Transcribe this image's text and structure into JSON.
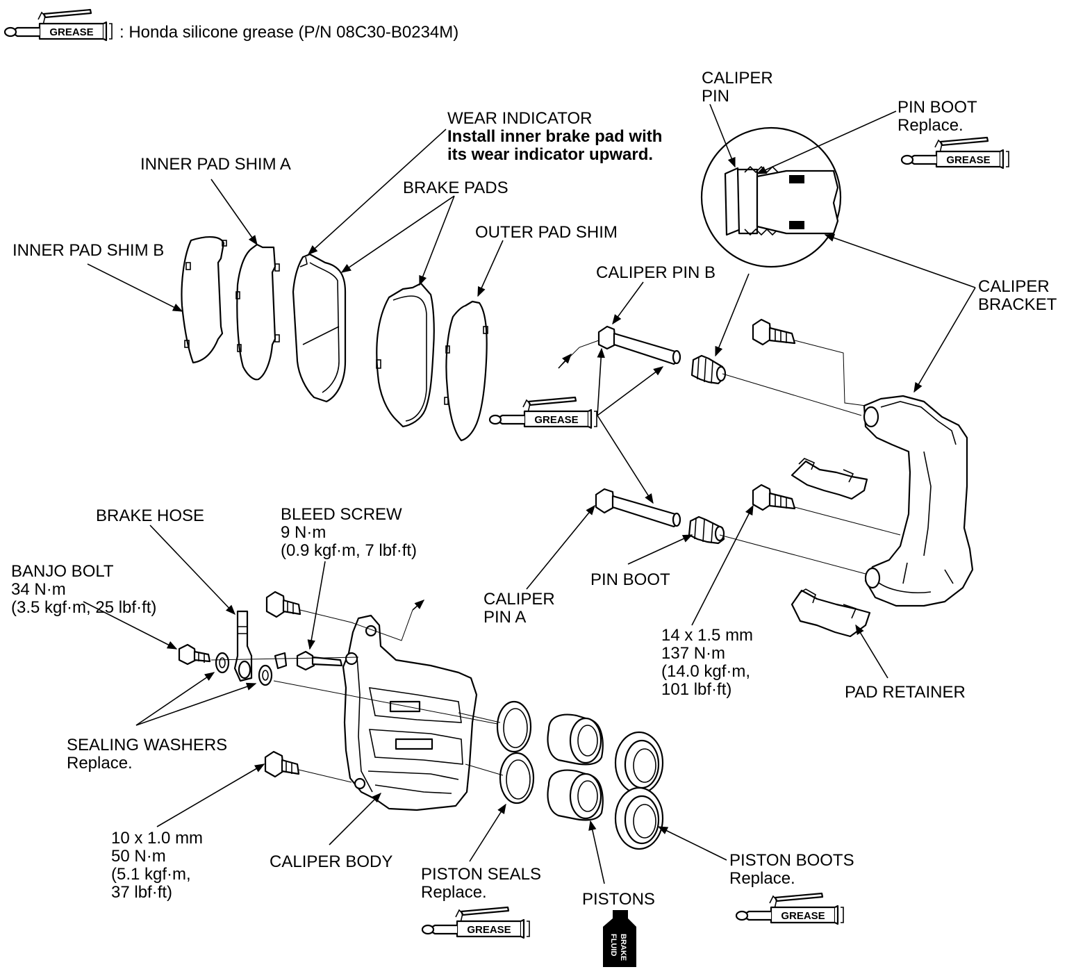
{
  "legend": {
    "icon": "grease-tube-icon",
    "grease_word": "GREASE",
    "text": ": Honda silicone grease (P/N 08C30-B0234M)"
  },
  "labels": {
    "caliper_pin": [
      "CALIPER",
      "PIN"
    ],
    "pin_boot_top": [
      "PIN BOOT",
      "Replace."
    ],
    "wear_indicator": [
      "WEAR INDICATOR",
      "Install inner brake pad with",
      "its wear indicator upward."
    ],
    "inner_pad_shim_a": "INNER PAD SHIM A",
    "brake_pads": "BRAKE PADS",
    "outer_pad_shim": "OUTER PAD SHIM",
    "inner_pad_shim_b": "INNER PAD SHIM B",
    "caliper_pin_b": "CALIPER PIN B",
    "caliper_bracket": [
      "CALIPER",
      "BRACKET"
    ],
    "brake_hose": "BRAKE HOSE",
    "bleed_screw": [
      "BLEED SCREW",
      "9 N·m",
      "(0.9 kgf·m, 7 lbf·ft)"
    ],
    "banjo_bolt": [
      "BANJO BOLT",
      "34 N·m",
      "(3.5 kgf·m, 25 lbf·ft)"
    ],
    "caliper_pin_a": [
      "CALIPER",
      "PIN A"
    ],
    "pin_boot": "PIN BOOT",
    "torque_14": [
      "14 x 1.5 mm",
      "137 N·m",
      "(14.0 kgf·m,",
      "101 lbf·ft)"
    ],
    "pad_retainer": "PAD RETAINER",
    "sealing_washers": [
      "SEALING WASHERS",
      "Replace."
    ],
    "torque_10": [
      "10 x 1.0 mm",
      "50 N·m",
      "(5.1 kgf·m,",
      "37 lbf·ft)"
    ],
    "caliper_body": "CALIPER BODY",
    "piston_seals": [
      "PISTON SEALS",
      "Replace."
    ],
    "pistons": "PISTONS",
    "piston_boots": [
      "PISTON BOOTS",
      "Replace."
    ]
  },
  "grease_word": "GREASE",
  "brake_fluid_word": [
    "BRAKE",
    "FLUID"
  ],
  "icons": {
    "grease": "grease-tube-icon",
    "brake_fluid": "brake-fluid-bottle-icon"
  }
}
